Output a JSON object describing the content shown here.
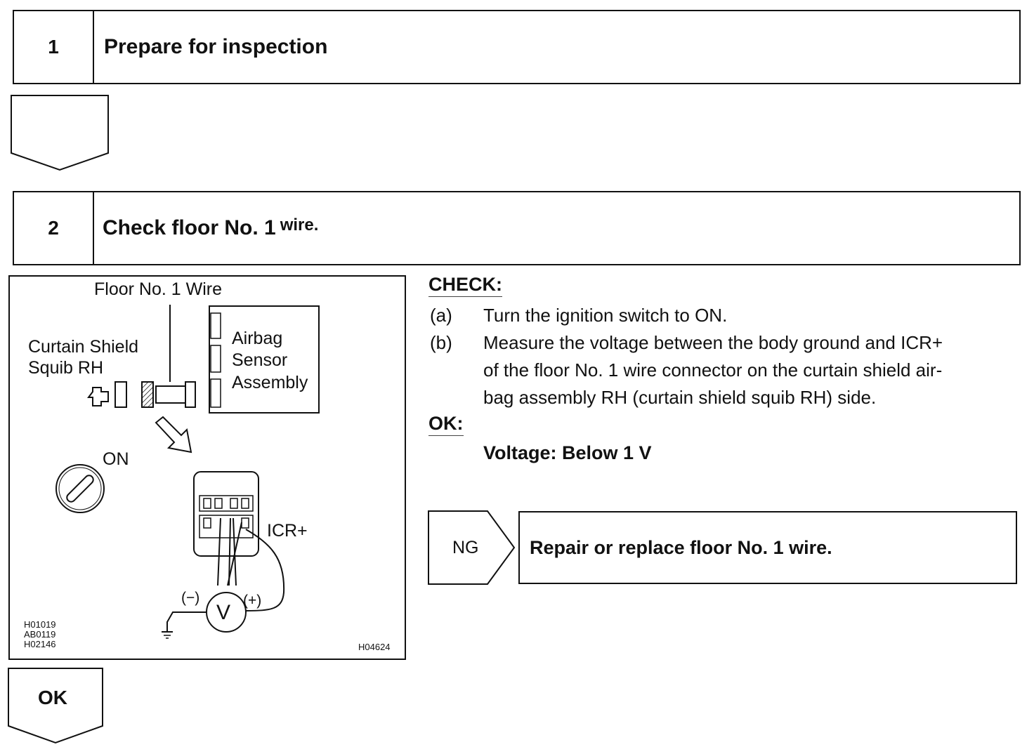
{
  "step1": {
    "number": "1",
    "title": "Prepare for inspection"
  },
  "step2": {
    "number": "2",
    "title_main": "Check floor No. 1",
    "title_suffix": "wire."
  },
  "diagram": {
    "floor_wire_label": "Floor No. 1 Wire",
    "curtain_label_line1": "Curtain Shield",
    "curtain_label_line2": "Squib RH",
    "airbag_line1": "Airbag",
    "airbag_line2": "Sensor",
    "airbag_line3": "Assembly",
    "on_label": "ON",
    "icr_label": "ICR+",
    "minus_label": "(−)",
    "plus_label": "(+)",
    "meter_label": "V",
    "codes": [
      "H01019",
      "AB0119",
      "H02146"
    ],
    "figure_id": "H04624"
  },
  "check": {
    "heading": "CHECK:",
    "item_a_marker": "(a)",
    "item_a_text": "Turn the ignition switch to ON.",
    "item_b_marker": "(b)",
    "item_b_line1": "Measure the voltage between the body ground and ICR+",
    "item_b_line2": "of the floor No. 1 wire connector on the curtain shield air-",
    "item_b_line3": "bag assembly RH (curtain shield squib RH) side.",
    "ok_heading": "OK:",
    "ok_value": "Voltage: Below 1 V"
  },
  "ng": {
    "label": "NG",
    "action": "Repair or replace floor No. 1 wire."
  },
  "ok_arrow": {
    "label": "OK"
  }
}
